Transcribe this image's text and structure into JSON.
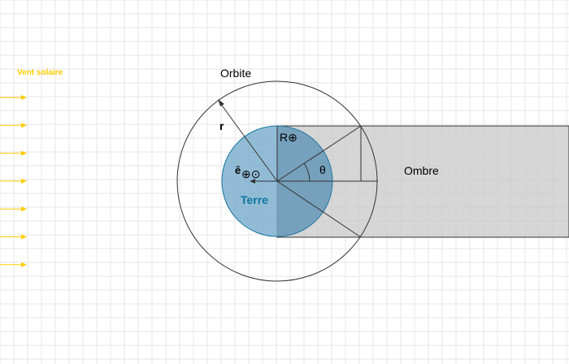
{
  "wind": {
    "title": "Vent solaire",
    "color": "#ffcc00",
    "arrow_count": 7
  },
  "labels": {
    "orbit": "Orbite",
    "radius": "r",
    "earth_radius": "R⊕",
    "unit_vector": "ê",
    "unit_vector_sub": "⊕⊙",
    "angle": "θ",
    "shadow": "Ombre",
    "earth": "Terre"
  },
  "colors": {
    "earth_fill": "#89b6d1",
    "earth_stroke": "#10739e",
    "earth_label": "#10739e",
    "shadow_fill": "#c8c8c8",
    "line": "#333333",
    "grid": "#e6e6e6"
  }
}
